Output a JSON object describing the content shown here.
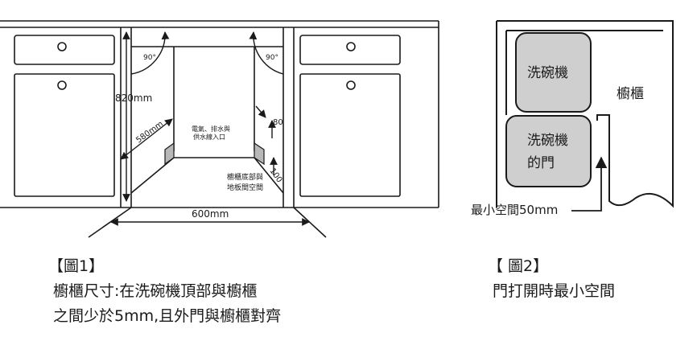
{
  "figure1": {
    "angle_left": "90°",
    "angle_right": "90°",
    "height": "820mm",
    "depth": "580mm",
    "width": "600mm",
    "inlet_label_line1": "電氣、排水與",
    "inlet_label_line2": "供水線入口",
    "dim_80": "80",
    "dim_100": "100",
    "gap_label_line1": "櫥櫃底部與",
    "gap_label_line2": "地板間空間",
    "caption_title": "【圖1】",
    "caption_line1": "櫥櫃尺寸:在洗碗機頂部與櫥櫃",
    "caption_line2": "之間少於5mm,且外門與櫥櫃對齊"
  },
  "figure2": {
    "dishwasher_label": "洗碗機",
    "door_label_line1": "洗碗機",
    "door_label_line2": "的門",
    "cabinet_label": "櫥櫃",
    "min_space_label": "最小空間50mm",
    "caption_title": "【 圖2】",
    "caption_line1": "門打開時最小空間"
  }
}
